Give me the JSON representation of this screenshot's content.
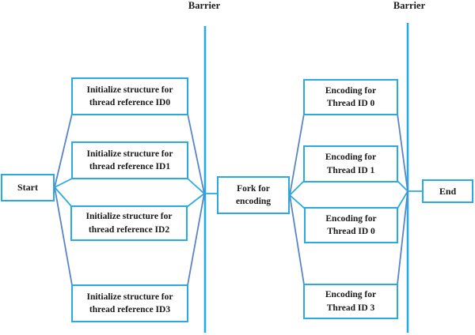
{
  "colors": {
    "accent_cyan": "#29abe2",
    "connector_steel": "#5b84c4",
    "text": "#1a1a1a"
  },
  "barriers": {
    "left": {
      "label": "Barrier"
    },
    "right": {
      "label": "Barrier"
    }
  },
  "nodes": {
    "start": {
      "label": "Start"
    },
    "init": [
      {
        "line1": "Initialize structure for",
        "line2": "thread reference ID0"
      },
      {
        "line1": "Initialize structure for",
        "line2": "thread reference ID1"
      },
      {
        "line1": "Initialize structure for",
        "line2": "thread reference ID2"
      },
      {
        "line1": "Initialize structure for",
        "line2": "thread reference ID3"
      }
    ],
    "fork": {
      "line1": "Fork for",
      "line2": "encoding"
    },
    "encoding": [
      {
        "line1": "Encoding for",
        "line2": "Thread ID 0"
      },
      {
        "line1": "Encoding for",
        "line2": "Thread ID 1"
      },
      {
        "line1": "Encoding for",
        "line2": "Thread ID 0"
      },
      {
        "line1": "Encoding for",
        "line2": "Thread ID 3"
      }
    ],
    "end": {
      "label": "End"
    }
  }
}
